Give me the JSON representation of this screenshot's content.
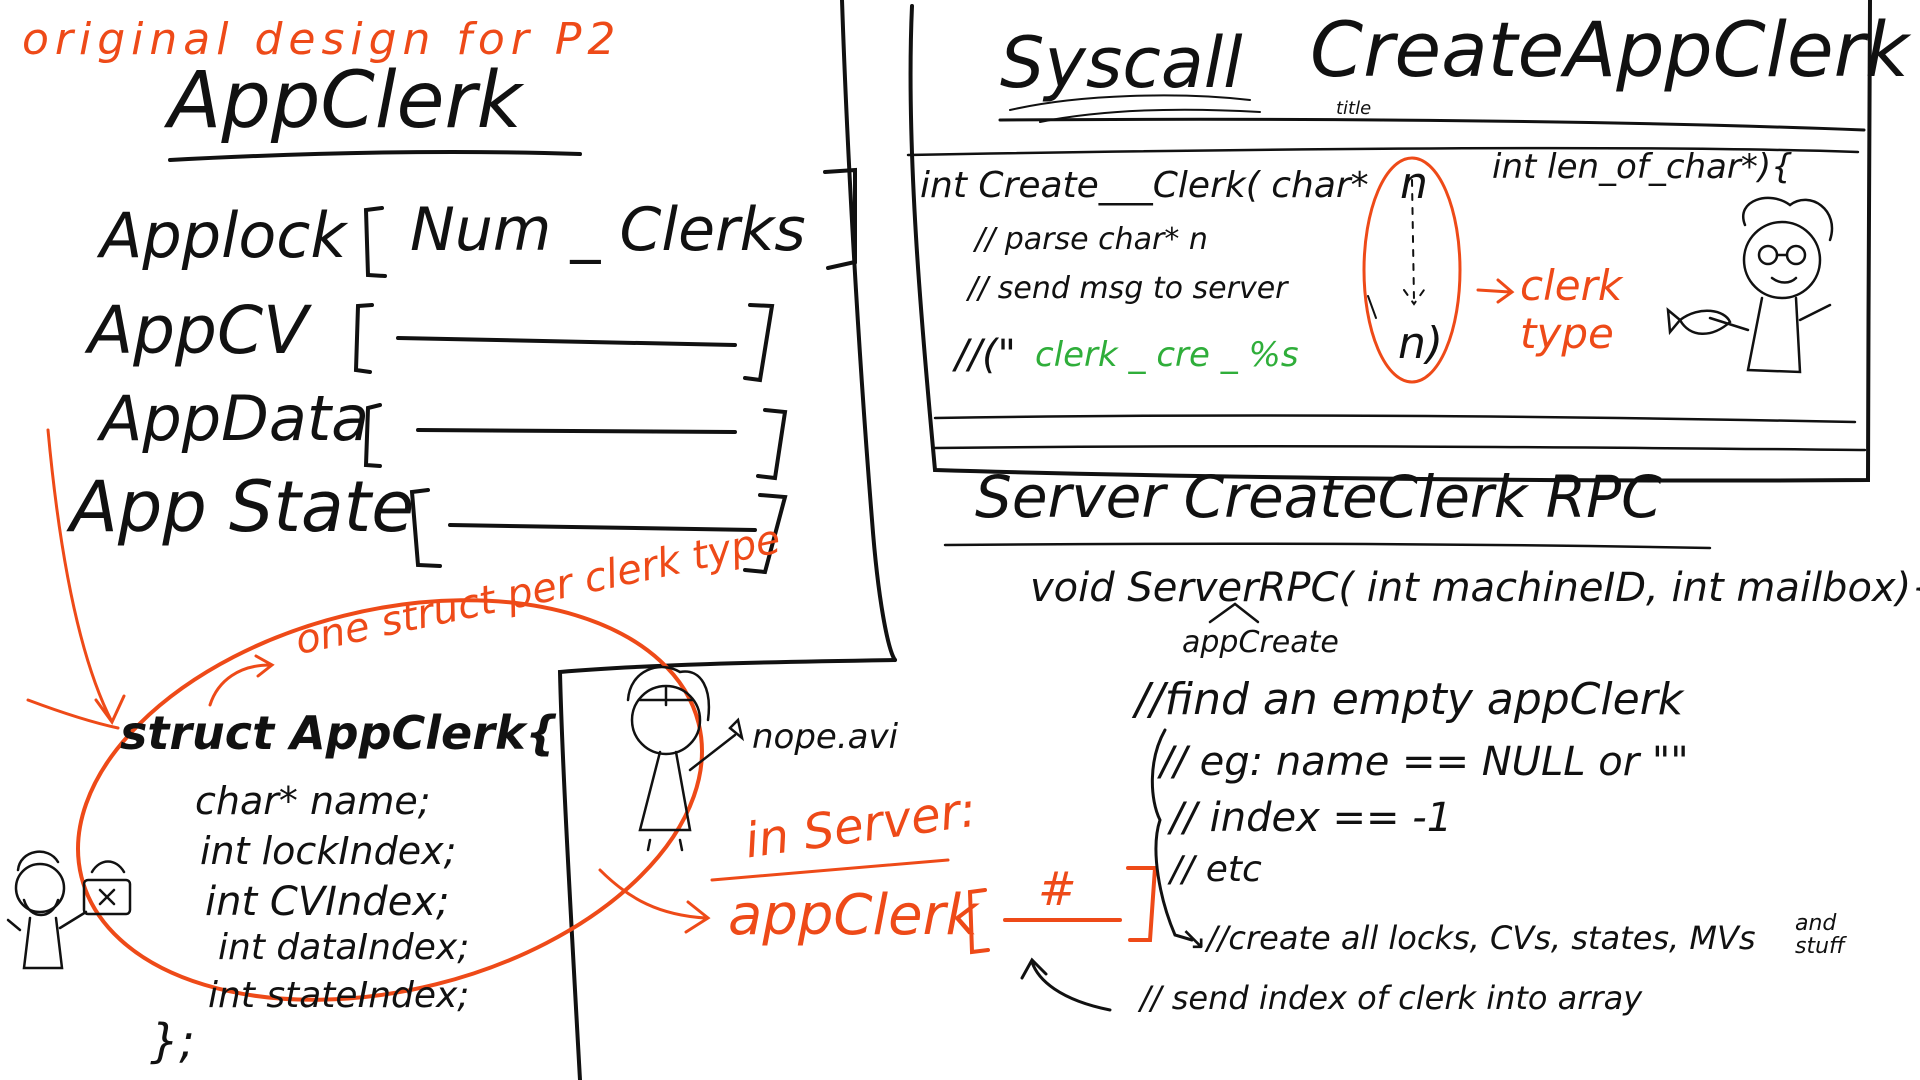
{
  "colors": {
    "ink": "#111111",
    "accent": "#ee4a18",
    "string": "#2fae3a",
    "background": "#ffffff"
  },
  "left": {
    "header_note": "original design for P2",
    "title": "AppClerk",
    "arrays": [
      {
        "name": "Applock",
        "bracket_label": "Num _ Clerks"
      },
      {
        "name": "AppCV"
      },
      {
        "name": "AppData"
      },
      {
        "name": "App State"
      }
    ],
    "struct": {
      "declaration": "struct AppClerk{",
      "fields": [
        "char* name;",
        "int lockIndex;",
        "int CVIndex;",
        "int dataIndex;",
        "int stateIndex;"
      ],
      "closing": "};"
    },
    "annotation": "one struct per clerk type"
  },
  "doodles": {
    "nope_label": "nope.avi"
  },
  "syscall": {
    "title_prefix": "Syscall",
    "title": "CreateAppClerk",
    "title_note": "title",
    "signature_start": "int Create___Clerk( char*",
    "signature_param": "n",
    "signature_end": "int len_of_char*){",
    "comment_parse": "// parse char* n",
    "comment_send": "// send msg to server",
    "printf_open": "//(\"",
    "printf_string": "clerk _ cre _ %s",
    "printf_arg": "n)",
    "bracket_note": "clerk type"
  },
  "server": {
    "title": "Server CreateClerk RPC",
    "signature": "void ServerRPC( int machineID, int mailbox){",
    "caret_note": "appCreate",
    "steps": [
      "//find an empty appClerk",
      "//   eg: name == NULL or \"\"",
      "//        index == -1",
      "//              etc"
    ],
    "create_line": "↘//create all locks, CVs, states, MVs",
    "create_suffix": "and stuff",
    "send_line": "// send index of clerk into array",
    "in_server_label": "in Server:",
    "array_name": "appClerk",
    "array_index": "#"
  }
}
